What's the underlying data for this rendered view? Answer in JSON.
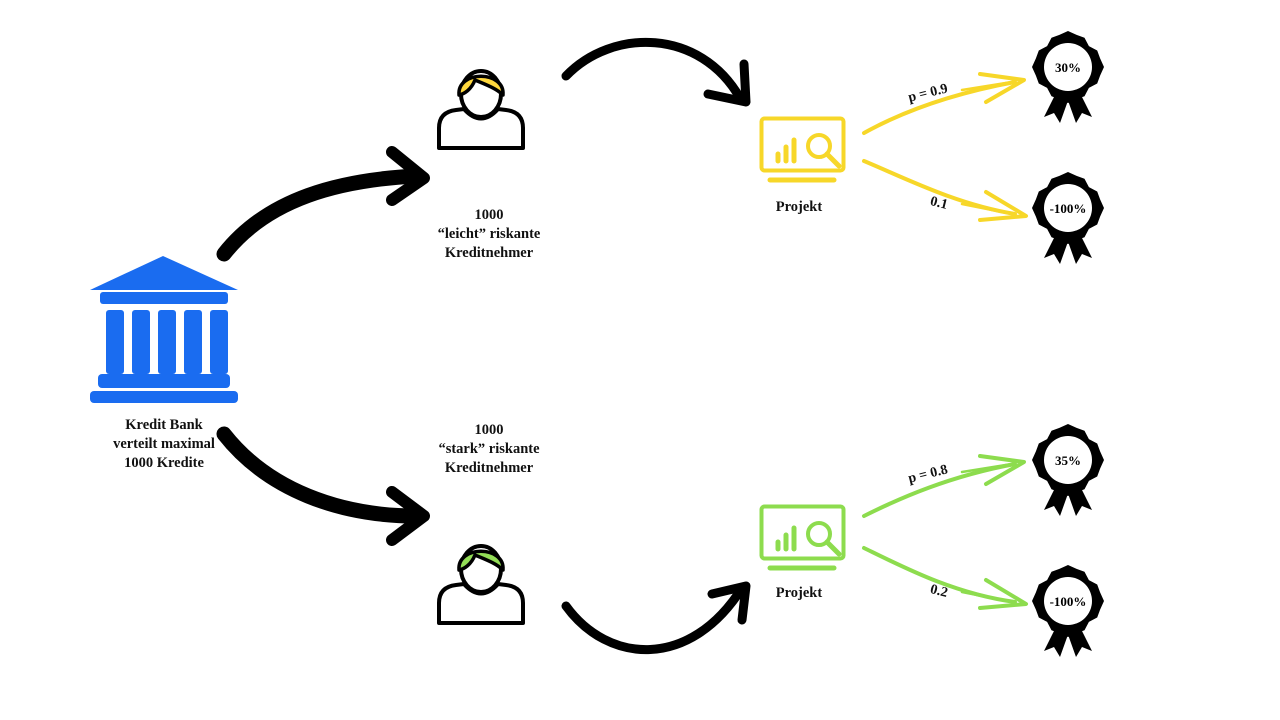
{
  "bank": {
    "lines": [
      "Kredit Bank",
      "verteilt maximal",
      "1000 Kredite"
    ],
    "color": "#1a6cf0"
  },
  "borrowers": [
    {
      "lines": [
        "1000",
        "“leicht” riskante",
        "Kreditnehmer"
      ],
      "hair_color": "#ffd83d"
    },
    {
      "lines": [
        "1000",
        "“stark” riskante",
        "Kreditnehmer"
      ],
      "hair_color": "#93dd57"
    }
  ],
  "projects": [
    {
      "label": "Projekt",
      "color": "#f7d729",
      "outcomes": [
        {
          "prob": "p = 0.9",
          "result": "30%"
        },
        {
          "prob": "0.1",
          "result": "-100%"
        }
      ]
    },
    {
      "label": "Projekt",
      "color": "#8ddc4e",
      "outcomes": [
        {
          "prob": "p = 0.8",
          "result": "35%"
        },
        {
          "prob": "0.2",
          "result": "-100%"
        }
      ]
    }
  ]
}
